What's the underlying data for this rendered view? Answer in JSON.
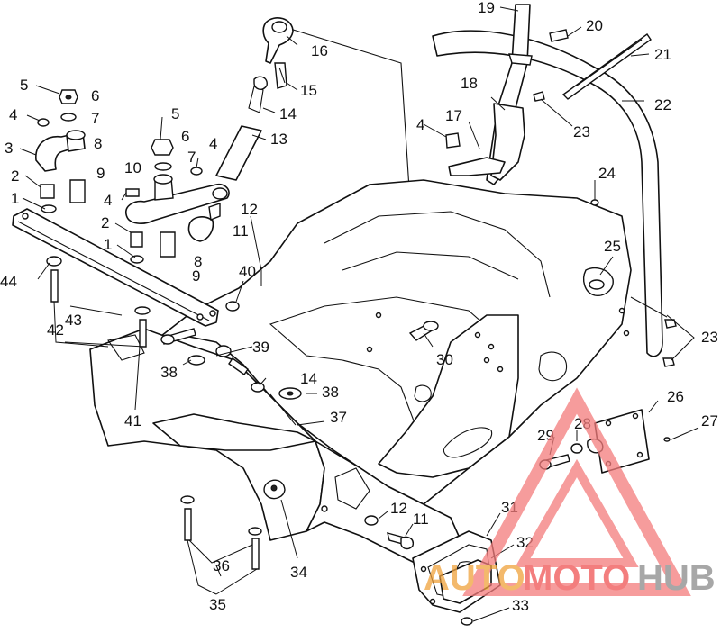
{
  "callouts": [
    {
      "id": "c19",
      "text": "19"
    },
    {
      "id": "c20",
      "text": "20"
    },
    {
      "id": "c16",
      "text": "16"
    },
    {
      "id": "c21",
      "text": "21"
    },
    {
      "id": "c22",
      "text": "22"
    },
    {
      "id": "c18",
      "text": "18"
    },
    {
      "id": "c15",
      "text": "15"
    },
    {
      "id": "c23a",
      "text": "23"
    },
    {
      "id": "c14a",
      "text": "14"
    },
    {
      "id": "c17",
      "text": "17"
    },
    {
      "id": "c4a",
      "text": "4"
    },
    {
      "id": "c13",
      "text": "13"
    },
    {
      "id": "c5a",
      "text": "5"
    },
    {
      "id": "c6a",
      "text": "6"
    },
    {
      "id": "c7a",
      "text": "7"
    },
    {
      "id": "c4b",
      "text": "4"
    },
    {
      "id": "c3",
      "text": "3"
    },
    {
      "id": "c8a",
      "text": "8"
    },
    {
      "id": "c5b",
      "text": "5"
    },
    {
      "id": "c6b",
      "text": "6"
    },
    {
      "id": "c7b",
      "text": "7"
    },
    {
      "id": "c4c",
      "text": "4"
    },
    {
      "id": "c24",
      "text": "24"
    },
    {
      "id": "c2a",
      "text": "2"
    },
    {
      "id": "c9a",
      "text": "9"
    },
    {
      "id": "c10",
      "text": "10"
    },
    {
      "id": "c1a",
      "text": "1"
    },
    {
      "id": "c4d",
      "text": "4"
    },
    {
      "id": "c12a",
      "text": "12"
    },
    {
      "id": "c2b",
      "text": "2"
    },
    {
      "id": "c11a",
      "text": "11"
    },
    {
      "id": "c25",
      "text": "25"
    },
    {
      "id": "c1b",
      "text": "1"
    },
    {
      "id": "c8b",
      "text": "8"
    },
    {
      "id": "c9b",
      "text": "9"
    },
    {
      "id": "c40",
      "text": "40"
    },
    {
      "id": "c44",
      "text": "44"
    },
    {
      "id": "c23b",
      "text": "23"
    },
    {
      "id": "c43",
      "text": "43"
    },
    {
      "id": "c39",
      "text": "39"
    },
    {
      "id": "c30",
      "text": "30"
    },
    {
      "id": "c42",
      "text": "42"
    },
    {
      "id": "c38a",
      "text": "38"
    },
    {
      "id": "c14b",
      "text": "14"
    },
    {
      "id": "c38b",
      "text": "38"
    },
    {
      "id": "c26",
      "text": "26"
    },
    {
      "id": "c27",
      "text": "27"
    },
    {
      "id": "c41",
      "text": "41"
    },
    {
      "id": "c37",
      "text": "37"
    },
    {
      "id": "c28",
      "text": "28"
    },
    {
      "id": "c29",
      "text": "29"
    },
    {
      "id": "c31",
      "text": "31"
    },
    {
      "id": "c12b",
      "text": "12"
    },
    {
      "id": "c11b",
      "text": "11"
    },
    {
      "id": "c32",
      "text": "32"
    },
    {
      "id": "c36",
      "text": "36"
    },
    {
      "id": "c34",
      "text": "34"
    },
    {
      "id": "c35",
      "text": "35"
    },
    {
      "id": "c33",
      "text": "33"
    }
  ],
  "watermark": {
    "part1": "AUTO",
    "part2": "MOTO",
    "part3": "HUB",
    "color_orange": "#f0a23c",
    "color_red": "#f05454",
    "color_gray": "#8a8a8a",
    "triangle_color": "#f47c7c"
  }
}
